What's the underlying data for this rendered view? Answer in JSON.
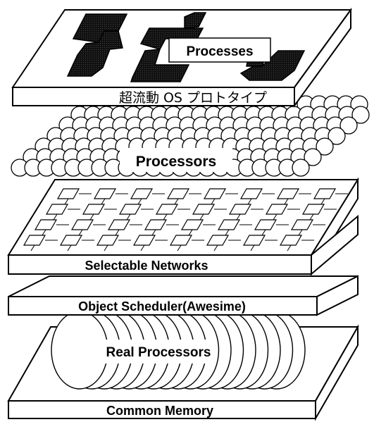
{
  "diagram": {
    "layers": {
      "processes": {
        "label": "Processes"
      },
      "os_prototype": {
        "label": "超流動 OS プロトタイプ"
      },
      "processors": {
        "label": "Processors"
      },
      "selectable_networks": {
        "label": "Selectable Networks"
      },
      "object_scheduler": {
        "label": "Object Scheduler(Awesime)"
      },
      "real_processors": {
        "label": "Real Processors"
      },
      "common_memory": {
        "label": "Common Memory"
      }
    },
    "colors": {
      "ink": "#000000",
      "paper": "#ffffff",
      "dark_fill": "#1a1a1a"
    }
  }
}
